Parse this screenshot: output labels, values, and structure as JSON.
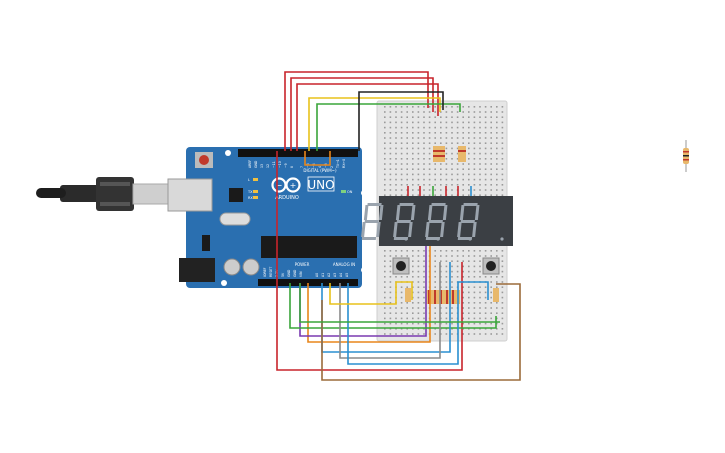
{
  "arduino": {
    "board_name": "UNO",
    "brand": "ARDUINO",
    "digital_label": "DIGITAL (PWM~)",
    "power_label": "POWER",
    "analog_label": "ANALOG IN",
    "on_label": "ON",
    "tx_label": "TX",
    "rx_label": "RX",
    "l_label": "L",
    "aref_label": "AREF",
    "gnd_label": "GND",
    "ioref_label": "IOREF",
    "reset_label": "RESET",
    "v33_label": "3.3V",
    "v5_label": "5V",
    "vin_label": "VIN",
    "a0_label": "A0",
    "a1_label": "A1",
    "a2_label": "A2",
    "a3_label": "A3",
    "a4_label": "A4",
    "a5_label": "A5",
    "pin13_label": "13",
    "pin12_label": "12",
    "pin11_label": "~11",
    "pin10_label": "~10",
    "pin9_label": "~9",
    "pin8_label": "8",
    "pin7_label": "7",
    "pin6_label": "~6",
    "pin5_label": "~5",
    "pin4_label": "4",
    "pin3_label": "~3",
    "pin2_label": "2",
    "pin1_label": "TX→1",
    "pin0_label": "RX←0"
  },
  "display": {
    "digits": [
      "8",
      "8",
      "8",
      "8"
    ],
    "segment_color": "#9aa3ad",
    "body_color": "#3b3f44"
  },
  "colors": {
    "board": "#2a6fb0",
    "board_dark": "#1f5a94",
    "breadboard": "#e6e6e6",
    "wire_red": "#c8242b",
    "wire_orange": "#e8861b",
    "wire_yellow": "#e8c21b",
    "wire_green": "#3aa53a",
    "wire_blue": "#2a8fd0",
    "wire_purple": "#7a3ab0",
    "wire_black": "#222222",
    "wire_gray": "#8a8a8a",
    "wire_brown": "#9b6b3a"
  }
}
